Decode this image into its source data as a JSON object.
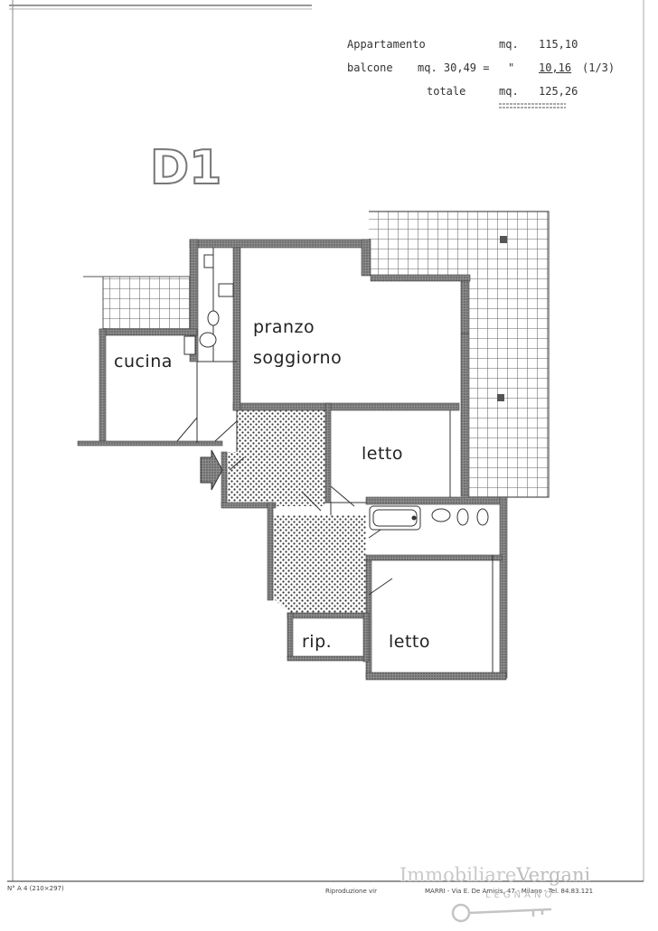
{
  "areas": {
    "appartamento_label": "Appartamento",
    "appartamento_unit": "mq.",
    "appartamento_value": "115,10",
    "balcone_label": "balcone",
    "balcone_calc": "mq. 30,49 =",
    "balcone_ditto": "\"",
    "balcone_value": "10,16",
    "balcone_ratio": "(1/3)",
    "totale_label": "totale",
    "totale_unit": "mq.",
    "totale_value": "125,26"
  },
  "unit_code": "D1",
  "rooms": {
    "kitchen": "cucina",
    "living_line1": "pranzo",
    "living_line2": "soggiorno",
    "bedroom1": "letto",
    "bedroom2": "letto",
    "storage": "rip."
  },
  "footer": {
    "sheet_format": "N° A 4 (210×297)",
    "reproduction": "Riproduzione vir",
    "printer": "MARRI - Via E. De Amicis, 47 - Milano - Tel. 84.83.121"
  },
  "watermark": {
    "part1": "Immobiliare",
    "part2": "Vergani",
    "sub": "LEGNANO"
  },
  "colors": {
    "wall": "#6a6a6a",
    "ink": "#222222",
    "hatch": "#555555",
    "watermark": "#c9c9c9"
  }
}
